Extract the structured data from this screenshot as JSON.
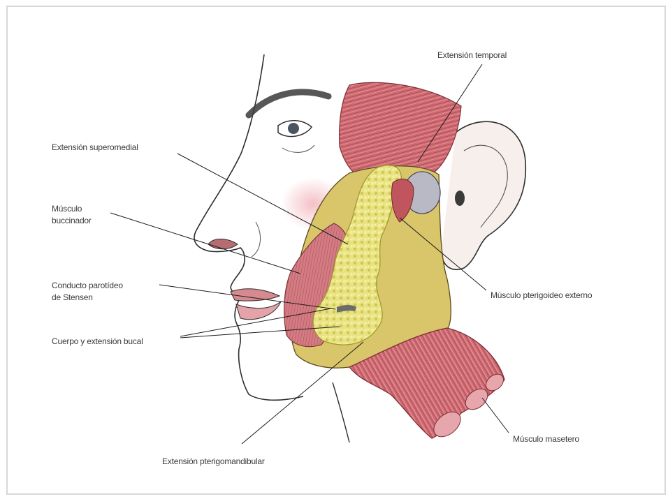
{
  "labels": {
    "extension_temporal": "Extensión temporal",
    "extension_superomedial": "Extensión superomedial",
    "musculo_buccinador_line1": "Músculo",
    "musculo_buccinador_line2": "buccinador",
    "conducto_parotideo_line1": "Conducto parotídeo",
    "conducto_parotideo_line2": "de Stensen",
    "cuerpo_extension_bucal": "Cuerpo y extensión bucal",
    "musculo_pterigoideo_externo": "Músculo pterigoideo externo",
    "musculo_masetero": "Músculo masetero",
    "extension_pterigomandibular": "Extensión pterigomandibular"
  },
  "colors": {
    "muscle": "#c9606a",
    "muscle_light": "#e39aa0",
    "fat_pad": "#e7e07a",
    "fat_pad_shadow": "#c9c24a",
    "skin_blush": "#f2c3c8",
    "outline": "#2e2e2e",
    "leader_line": "#1c1c1c",
    "joint": "#a9a9b8"
  }
}
